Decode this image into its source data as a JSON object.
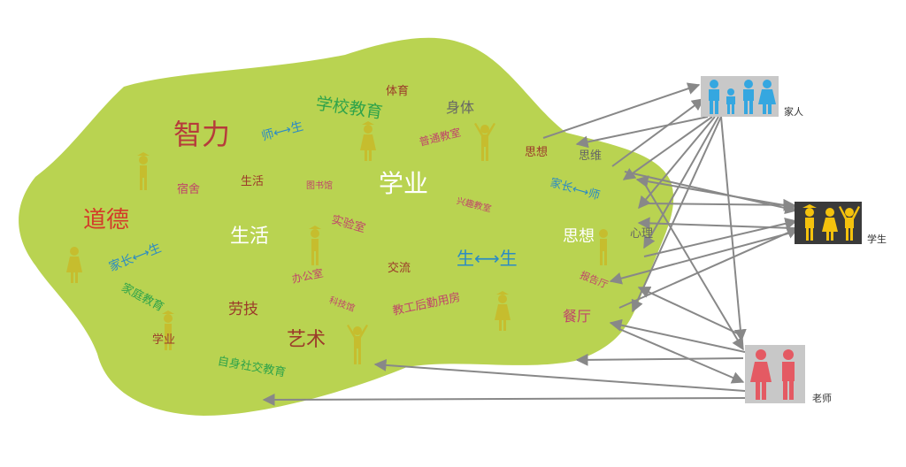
{
  "colors": {
    "blob": "#b9d351",
    "arrow": "#888888",
    "family_icon": "#35a7e0",
    "student_icon": "#f4c20d",
    "teacher_icon": "#e45a63",
    "figure": "#c6bd2e"
  },
  "words": {
    "zhili": "智力",
    "xuexiao_jiaoyu": "学校教育",
    "tiyu": "体育",
    "shenti": "身体",
    "shi_sheng": "师⟷生",
    "putong_jiaoshi": "普通教室",
    "sixiang_1": "思想",
    "siwei": "思维",
    "daode": "道德",
    "sushe": "宿舍",
    "shenghuo_small": "生活",
    "tushuguan": "图书馆",
    "xueye": "学业",
    "xingqu_jiaoshi": "兴趣教室",
    "jiazhang_shi": "家长⟷师",
    "shenghuo_big": "生活",
    "shiyanshi": "实验室",
    "sixiang_2": "思想",
    "xinli": "心理",
    "jiazhang_sheng": "家长⟷生",
    "bangongshi": "办公室",
    "jiaoliu": "交流",
    "sheng_sheng": "生⟷生",
    "jiating_jiaoyu": "家庭教育",
    "baogaoting": "报告厅",
    "keji_guan": "科技馆",
    "laoji": "劳技",
    "jiaogong": "教工后勤用房",
    "canting": "餐厅",
    "xueye_small": "学业",
    "yishu": "艺术",
    "zishen_shejiao": "自身社交教育"
  },
  "actors": {
    "family": "家人",
    "student": "学生",
    "teacher": "老师"
  }
}
